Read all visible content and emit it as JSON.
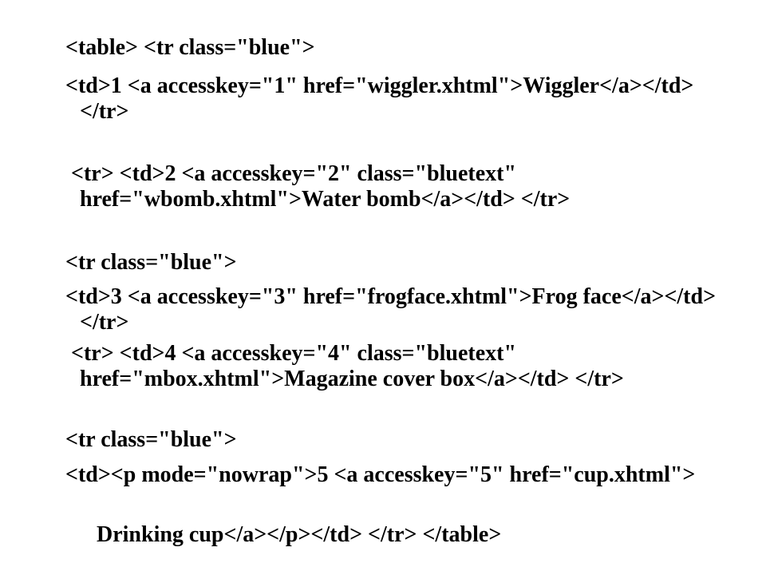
{
  "slide": {
    "lines": [
      "<table> <tr class=\"blue\">",
      "<td>1 <a accesskey=\"1\" href=\"wiggler.xhtml\">Wiggler</a></td> </tr>",
      " <tr> <td>2 <a accesskey=\"2\" class=\"bluetext\" href=\"wbomb.xhtml\">Water bomb</a></td> </tr>",
      "<tr class=\"blue\">",
      "<td>3 <a accesskey=\"3\" href=\"frogface.xhtml\">Frog face</a></td> </tr>",
      " <tr> <td>4 <a accesskey=\"4\" class=\"bluetext\" href=\"mbox.xhtml\">Magazine cover box</a></td> </tr>",
      "<tr class=\"blue\">",
      "<td><p mode=\"nowrap\">5 <a accesskey=\"5\" href=\"cup.xhtml\">",
      "   Drinking cup</a></p></td> </tr> </table>"
    ]
  }
}
